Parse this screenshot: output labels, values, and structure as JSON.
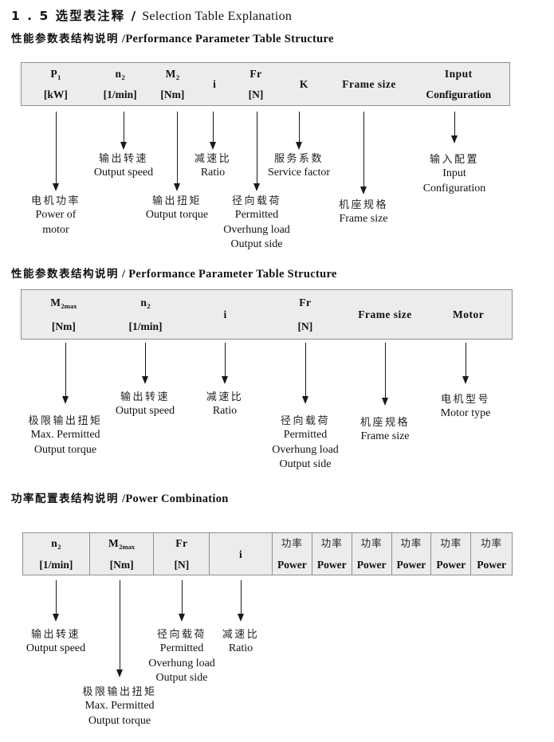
{
  "page_title": {
    "cn": "1 . 5 选型表注释 /",
    "en": "Selection Table Explanation"
  },
  "colors": {
    "table_bg": "#ececec",
    "table_border": "#8f8f8f",
    "text": "#111111"
  },
  "sections": [
    {
      "heading": {
        "cn": "性能参数表结构说明",
        "en": "/Performance Parameter Table Structure"
      },
      "table": {
        "cols": [
          {
            "sym": "P",
            "sub": "1",
            "unit": "[kW]"
          },
          {
            "sym": "n",
            "sub": "2",
            "unit": "[1/min]"
          },
          {
            "sym": "M",
            "sub": "2",
            "unit": "[Nm]"
          },
          {
            "sym": "i"
          },
          {
            "sym": "Fr",
            "unit": "[N]"
          },
          {
            "sym": "K"
          },
          {
            "sym": "Frame size"
          },
          {
            "sym": "Input",
            "unit": "Configuration"
          }
        ]
      },
      "labels": [
        {
          "cn": "电机功率",
          "en": [
            "Power of",
            "motor"
          ]
        },
        {
          "cn": "输出转速",
          "en": [
            "Output speed"
          ]
        },
        {
          "cn": "输出扭矩",
          "en": [
            "Output torque"
          ]
        },
        {
          "cn": "减速比",
          "en": [
            "Ratio"
          ]
        },
        {
          "cn": "径向载荷",
          "en": [
            "Permitted",
            "Overhung load",
            "Output side"
          ]
        },
        {
          "cn": "服务系数",
          "en": [
            "Service factor"
          ]
        },
        {
          "cn": "机座规格",
          "en": [
            "Frame size"
          ]
        },
        {
          "cn": "输入配置",
          "en": [
            "Input",
            "Configuration"
          ]
        }
      ]
    },
    {
      "heading": {
        "cn": "性能参数表结构说明",
        "en": "/ Performance Parameter Table Structure"
      },
      "table": {
        "cols": [
          {
            "sym": "M",
            "sub": "2max",
            "unit": "[Nm]"
          },
          {
            "sym": "n",
            "sub": "2",
            "unit": "[1/min]"
          },
          {
            "sym": "i"
          },
          {
            "sym": "Fr",
            "unit": "[N]"
          },
          {
            "sym": "Frame size"
          },
          {
            "sym": "Motor"
          }
        ]
      },
      "labels": [
        {
          "cn": "极限输出扭矩",
          "en": [
            "Max. Permitted",
            "Output torque"
          ]
        },
        {
          "cn": "输出转速",
          "en": [
            "Output speed"
          ]
        },
        {
          "cn": "减速比",
          "en": [
            "Ratio"
          ]
        },
        {
          "cn": "径向载荷",
          "en": [
            "Permitted",
            "Overhung load",
            "Output side"
          ]
        },
        {
          "cn": "机座规格",
          "en": [
            "Frame size"
          ]
        },
        {
          "cn": "电机型号",
          "en": [
            "Motor type"
          ]
        }
      ]
    },
    {
      "heading": {
        "cn": "功率配置表结构说明",
        "en": "/Power Combination"
      },
      "table": {
        "cols": [
          {
            "sym": "n",
            "sub": "2",
            "unit": "[1/min]"
          },
          {
            "sym": "M",
            "sub": "2max",
            "unit": "[Nm]"
          },
          {
            "sym": "Fr",
            "unit": "[N]"
          },
          {
            "sym": "i"
          },
          {
            "cn": "功率",
            "en": "Power"
          },
          {
            "cn": "功率",
            "en": "Power"
          },
          {
            "cn": "功率",
            "en": "Power"
          },
          {
            "cn": "功率",
            "en": "Power"
          },
          {
            "cn": "功率",
            "en": "Power"
          },
          {
            "cn": "功率",
            "en": "Power"
          }
        ]
      },
      "labels": [
        {
          "cn": "输出转速",
          "en": [
            "Output speed"
          ]
        },
        {
          "cn": "极限输出扭矩",
          "en": [
            "Max. Permitted",
            "Output torque"
          ]
        },
        {
          "cn": "径向载荷",
          "en": [
            "Permitted",
            "Overhung load",
            "Output side"
          ]
        },
        {
          "cn": "减速比",
          "en": [
            "Ratio"
          ]
        }
      ]
    }
  ]
}
